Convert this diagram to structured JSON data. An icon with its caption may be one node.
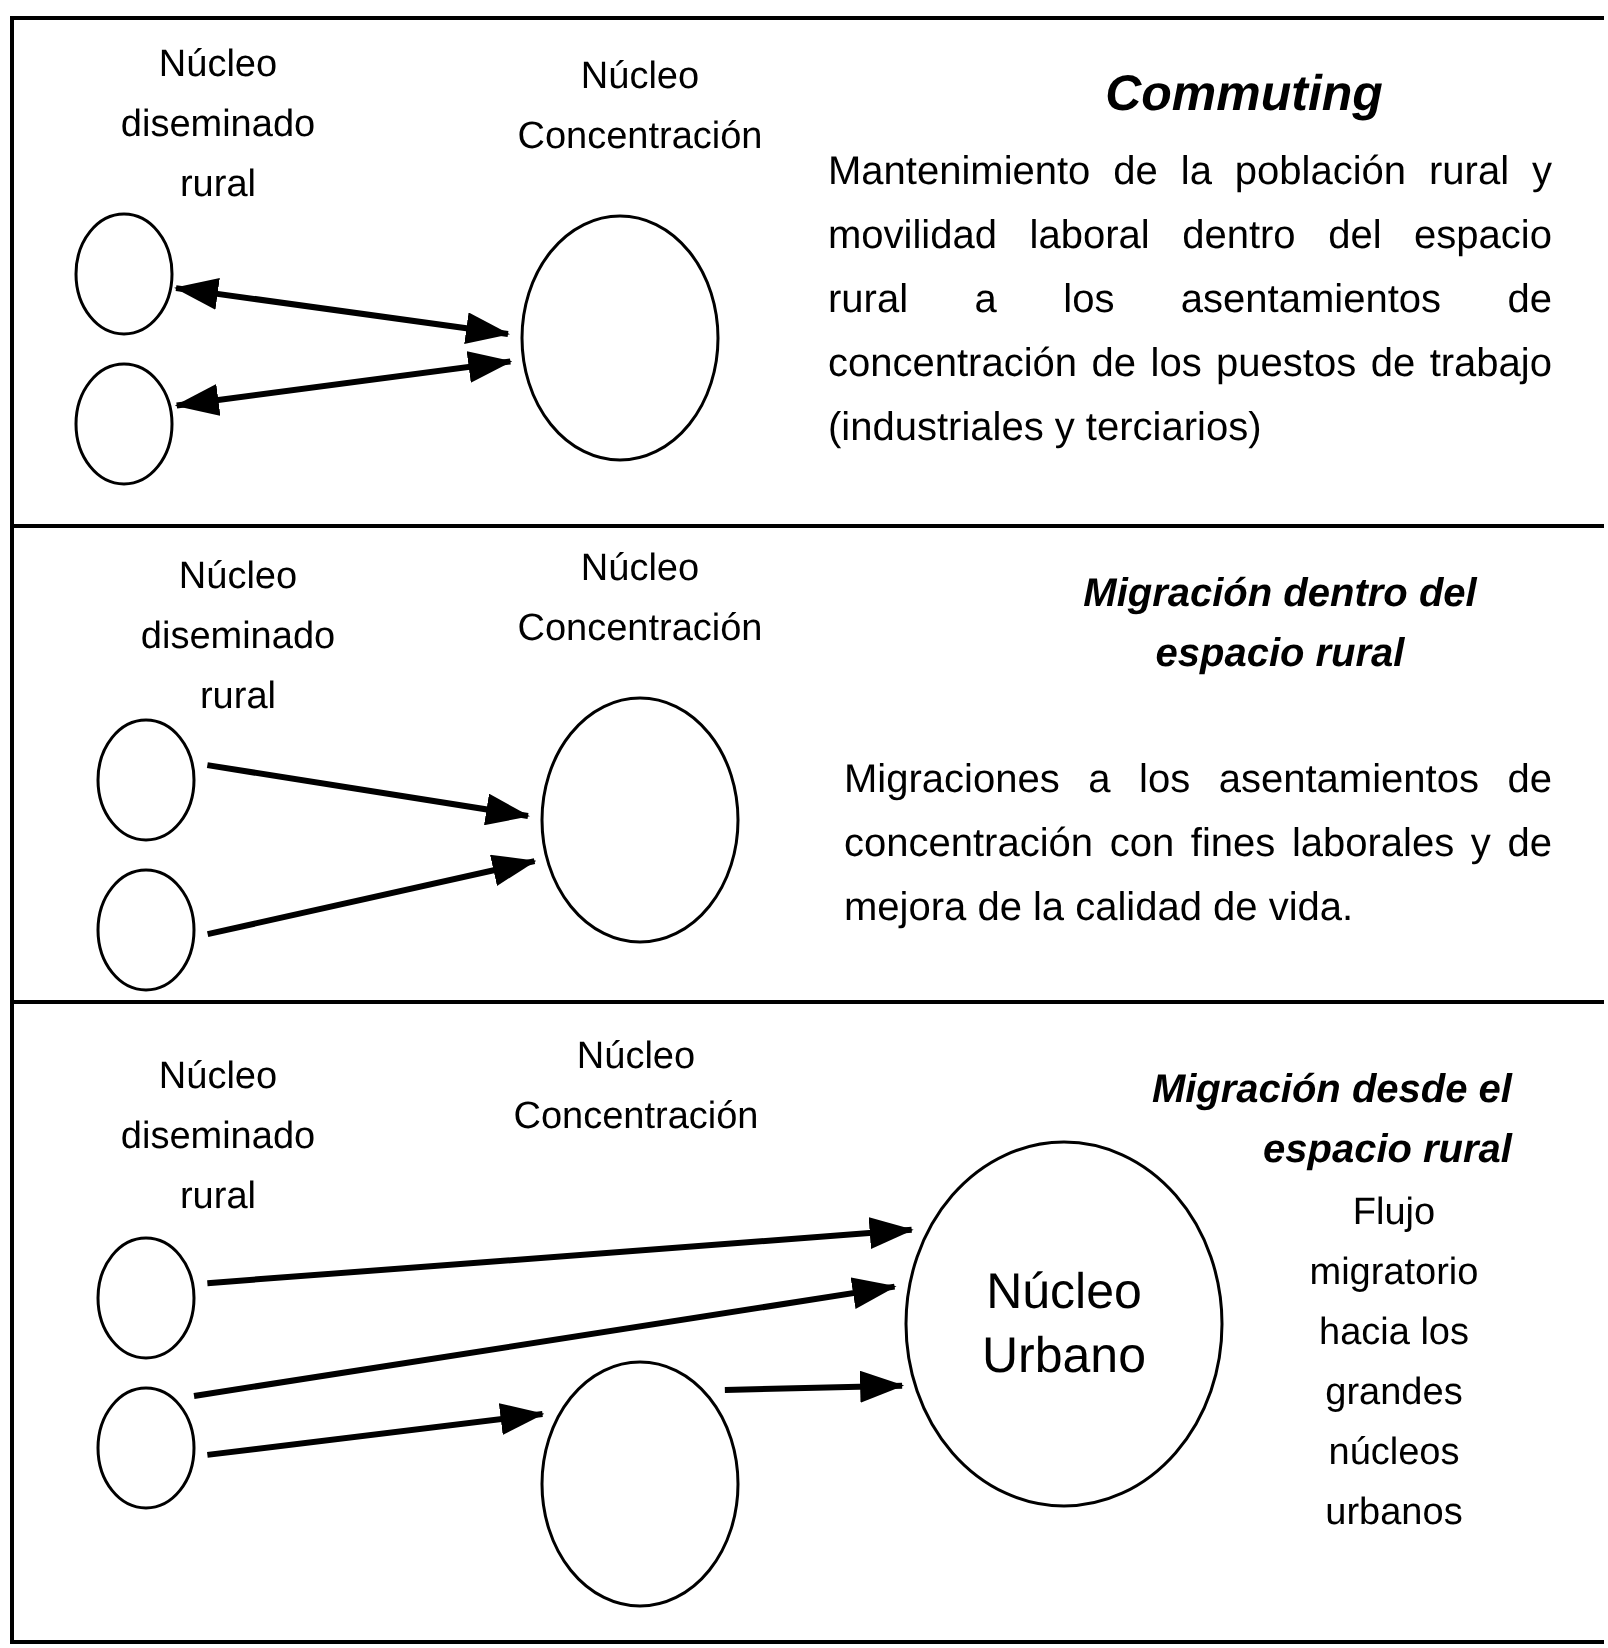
{
  "diagram": {
    "nodes": [
      {
        "text": [
          "Commuting",
          "Mantenimiento de la población rural y movilidad laboral dentro del espacio rural a los asentamientos de concentración de los puestos de trabajo (industriales y terciarios)"
        ]
      },
      {
        "text": [],
        "shape": "circle",
        "in": 0,
        "beside": [
          "Núcleo diseminado rural"
        ]
      },
      {
        "text": [],
        "shape": "circle",
        "in": 0
      },
      {
        "text": [],
        "shape": "circle",
        "in": 0,
        "beside": [
          "Núcleo Concentración"
        ]
      },
      {
        "text": [
          "Migración dentro del espacio rural",
          "Migraciones a los asentamientos de concentración con fines laborales y de mejora de la calidad de vida."
        ]
      },
      {
        "text": [],
        "shape": "circle",
        "in": 4,
        "beside": [
          "Núcleo diseminado rural"
        ]
      },
      {
        "text": [],
        "shape": "circle",
        "in": 4
      },
      {
        "text": [],
        "shape": "circle",
        "in": 4,
        "beside": [
          "Núcleo Concentración"
        ]
      },
      {
        "text": [
          "Migración desde el espacio rural",
          "Flujo migratorio hacia los grandes núcleos urbanos"
        ]
      },
      {
        "text": [],
        "shape": "circle",
        "in": 8,
        "beside": [
          "Núcleo diseminado rural"
        ]
      },
      {
        "text": [],
        "shape": "circle",
        "in": 8
      },
      {
        "text": [],
        "shape": "circle",
        "in": 8
      },
      {
        "text": [
          "Núcleo Urbano"
        ],
        "in": 8
      }
    ],
    "edges": [
      {
        "from": 1,
        "to": 3,
        "arrow": "both"
      },
      {
        "from": 2,
        "to": 3,
        "arrow": "both"
      },
      {
        "from": 5,
        "to": 7,
        "arrow": "to"
      },
      {
        "from": 6,
        "to": 7,
        "arrow": "to"
      },
      {
        "from": 9,
        "to": 12,
        "arrow": "to"
      },
      {
        "from": 10,
        "to": 12,
        "arrow": "to"
      },
      {
        "from": 10,
        "to": 11,
        "arrow": "to"
      },
      {
        "from": 11,
        "to": 12,
        "arrow": "to"
      }
    ],
    "labels": [
      "Núcleo Concentración"
    ]
  }
}
